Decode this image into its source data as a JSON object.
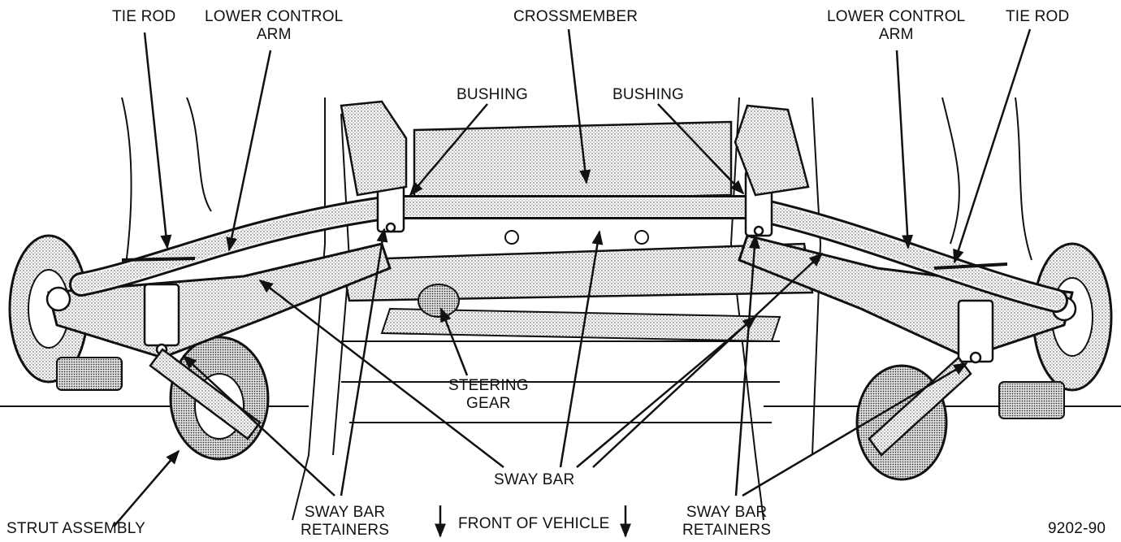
{
  "labels": {
    "tie_rod_left": "TIE ROD",
    "lower_control_arm_left": [
      "LOWER CONTROL",
      "ARM"
    ],
    "crossmember": "CROSSMEMBER",
    "lower_control_arm_right": [
      "LOWER CONTROL",
      "ARM"
    ],
    "tie_rod_right": "TIE ROD",
    "bushing_left": "BUSHING",
    "bushing_right": "BUSHING",
    "steering_gear": [
      "STEERING",
      "GEAR"
    ],
    "sway_bar": "SWAY BAR",
    "strut_assembly": "STRUT ASSEMBLY",
    "sway_bar_retainers_left": [
      "SWAY BAR",
      "RETAINERS"
    ],
    "front_of_vehicle": "FRONT OF VEHICLE",
    "sway_bar_retainers_right": [
      "SWAY BAR",
      "RETAINERS"
    ],
    "figure_number": "9202-90"
  }
}
